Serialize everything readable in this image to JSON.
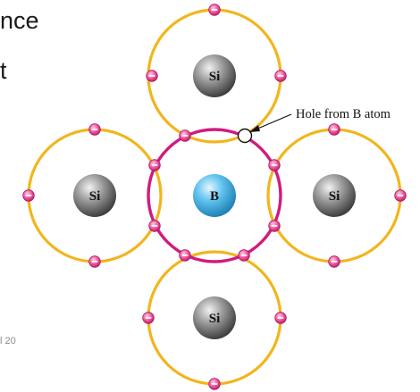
{
  "slide": {
    "text_line1": "nce",
    "text_line2": "t",
    "footer": "l 20"
  },
  "diagram": {
    "atoms": [
      {
        "id": "si-top",
        "label": "Si",
        "kind": "Si"
      },
      {
        "id": "si-left",
        "label": "Si",
        "kind": "Si"
      },
      {
        "id": "b-center",
        "label": "B",
        "kind": "B"
      },
      {
        "id": "si-right",
        "label": "Si",
        "kind": "Si"
      },
      {
        "id": "si-bottom",
        "label": "Si",
        "kind": "Si"
      }
    ],
    "hole_label": "Hole from B atom",
    "electron_symbol": "−"
  },
  "colors": {
    "si_orbit": "#f2b51c",
    "b_orbit": "#d21a7e",
    "electron": "#e83a8c",
    "si_atom": "#7a7a7a",
    "b_atom": "#4fb8e6"
  }
}
